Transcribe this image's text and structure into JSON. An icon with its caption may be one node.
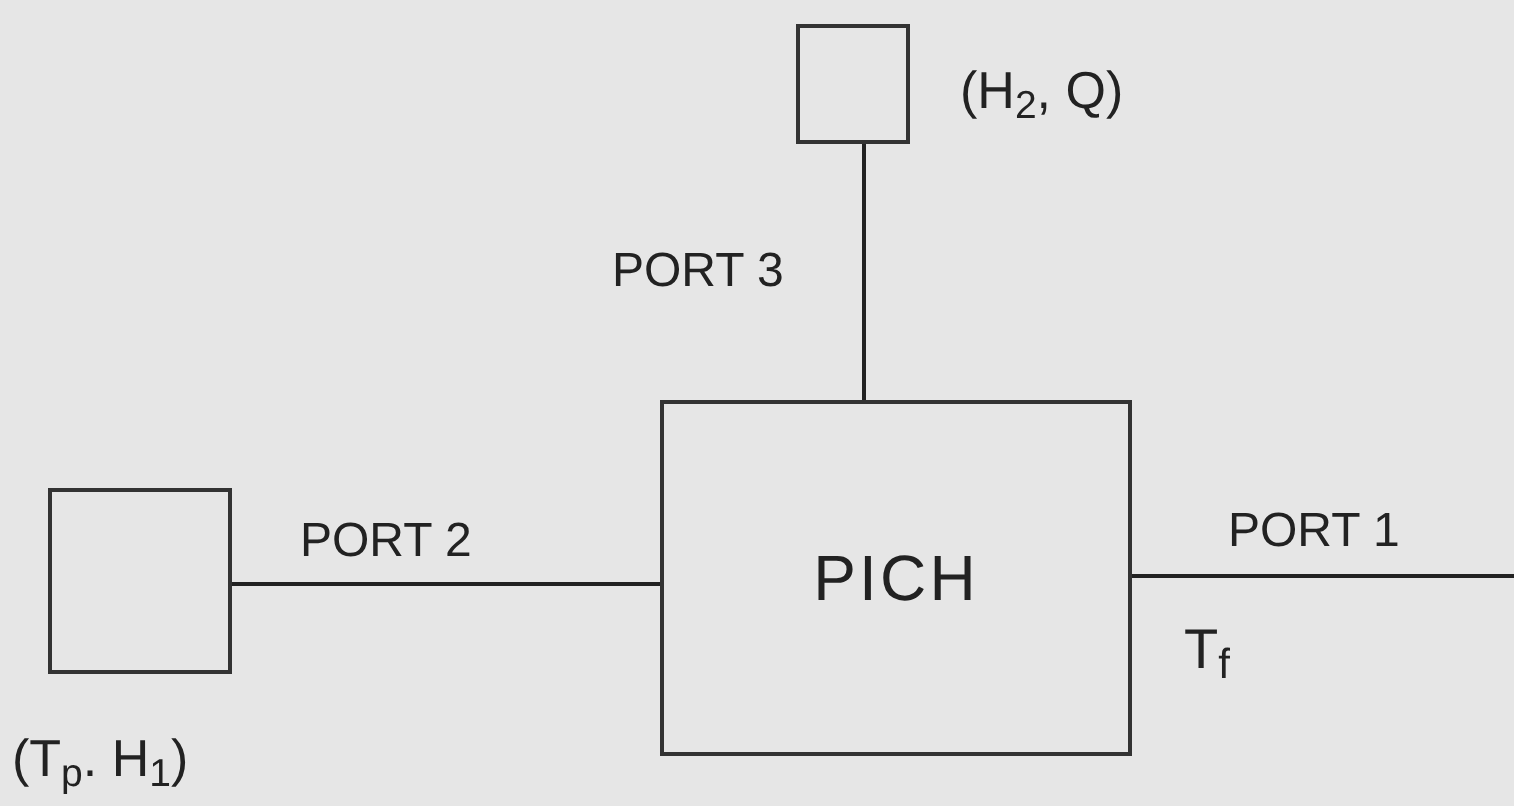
{
  "diagram": {
    "nodes": [
      {
        "text": [],
        "shape": "box",
        "beside": [
          "(H$_{2}$, Q)"
        ]
      },
      {
        "text": [
          "PICH"
        ]
      },
      {
        "text": [],
        "shape": "box",
        "beside": [
          "(T$_{p}$. H$_{1}$)"
        ]
      }
    ],
    "edges": [
      {
        "from": 0,
        "to": 1,
        "arrow": "none",
        "label": "PORT 3"
      },
      {
        "from": 2,
        "to": 1,
        "arrow": "none",
        "label": "PORT 2"
      },
      {
        "from": 1,
        "to": null,
        "arrow": "none",
        "label": "PORT 1"
      }
    ],
    "labels": [
      "T$_{f}$"
    ]
  }
}
